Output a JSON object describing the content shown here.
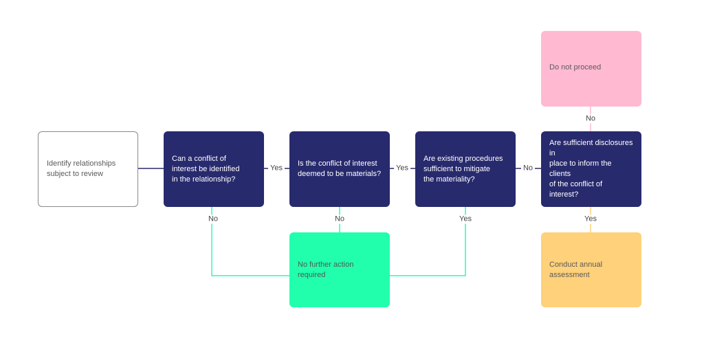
{
  "nodes": {
    "start": "Identify relationships\nsubject to review",
    "q1": "Can a conflict of\ninterest be identified\nin the relationship?",
    "q2": "Is the conflict of interest\ndeemed to be materials?",
    "q3": "Are existing procedures\nsufficient to mitigate\nthe materiality?",
    "q4": "Are sufficient disclosures in\nplace to inform the clients\nof the conflict of interest?",
    "stop": "Do not proceed",
    "no_action": "No further action required",
    "annual": "Conduct annual\nassessment"
  },
  "edges": {
    "q1_q2": "Yes",
    "q2_q3": "Yes",
    "q3_q4": "No",
    "q4_stop": "No",
    "q4_annual": "Yes",
    "q1_no_action": "No",
    "q2_no_action": "No",
    "q3_no_action": "Yes"
  },
  "colors": {
    "question": "#282a6e",
    "stop": "#ffbad2",
    "no_action": "#21ffad",
    "annual": "#fed17a"
  }
}
